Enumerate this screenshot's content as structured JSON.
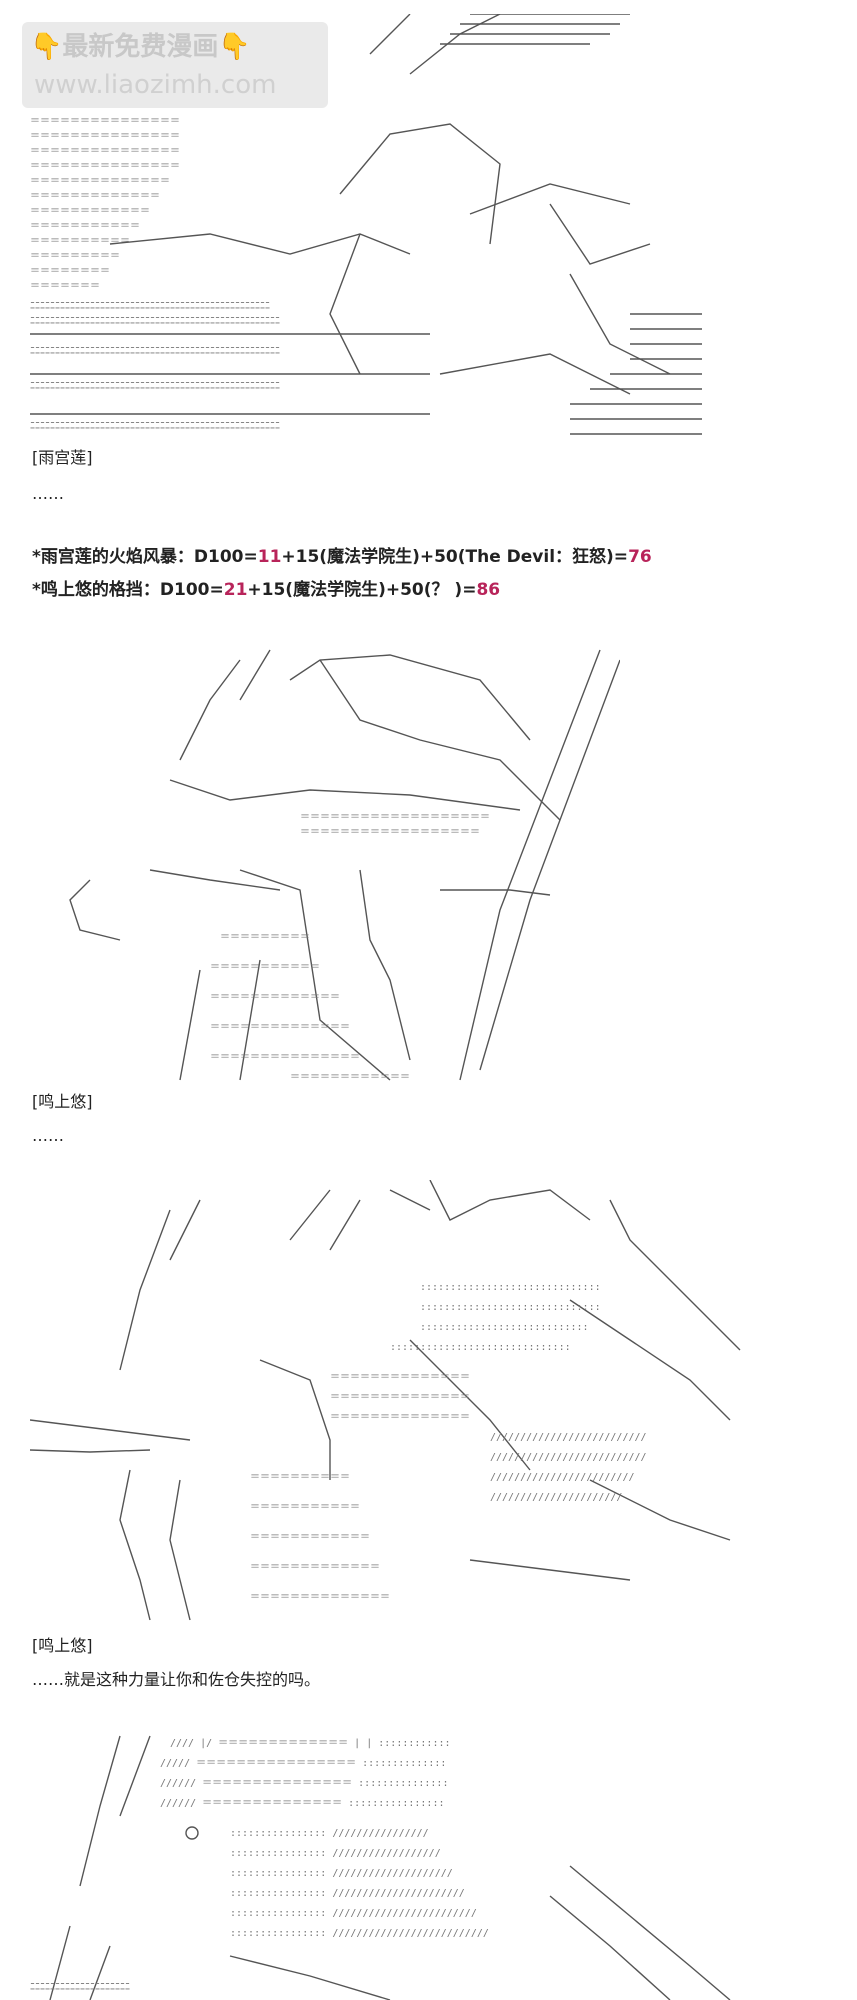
{
  "watermark": {
    "line1": "最新免费漫画",
    "line2": "www.liaozimh.com",
    "hand_icon": "pointing-down-hand"
  },
  "blocks": [
    {
      "speaker": "[雨宫莲]",
      "line": "……"
    },
    {
      "speaker": "[鸣上悠]",
      "line": "……"
    },
    {
      "speaker": "[鸣上悠]",
      "line": "……就是这种力量让你和佐仓失控的吗。"
    }
  ],
  "rolls": [
    {
      "prefix": "*雨宫莲的火焰风暴：D100=",
      "dice": "11",
      "middle": "+15(魔法学院生)+50(The Devil：狂怒)=",
      "total": "76"
    },
    {
      "prefix": "*鸣上悠的格挡：D100=",
      "dice": "21",
      "middle": "+15(魔法学院生)+50(？ )=",
      "total": "86"
    }
  ],
  "colors": {
    "roll_number": "#b8245a",
    "art_ink": "#555555"
  }
}
